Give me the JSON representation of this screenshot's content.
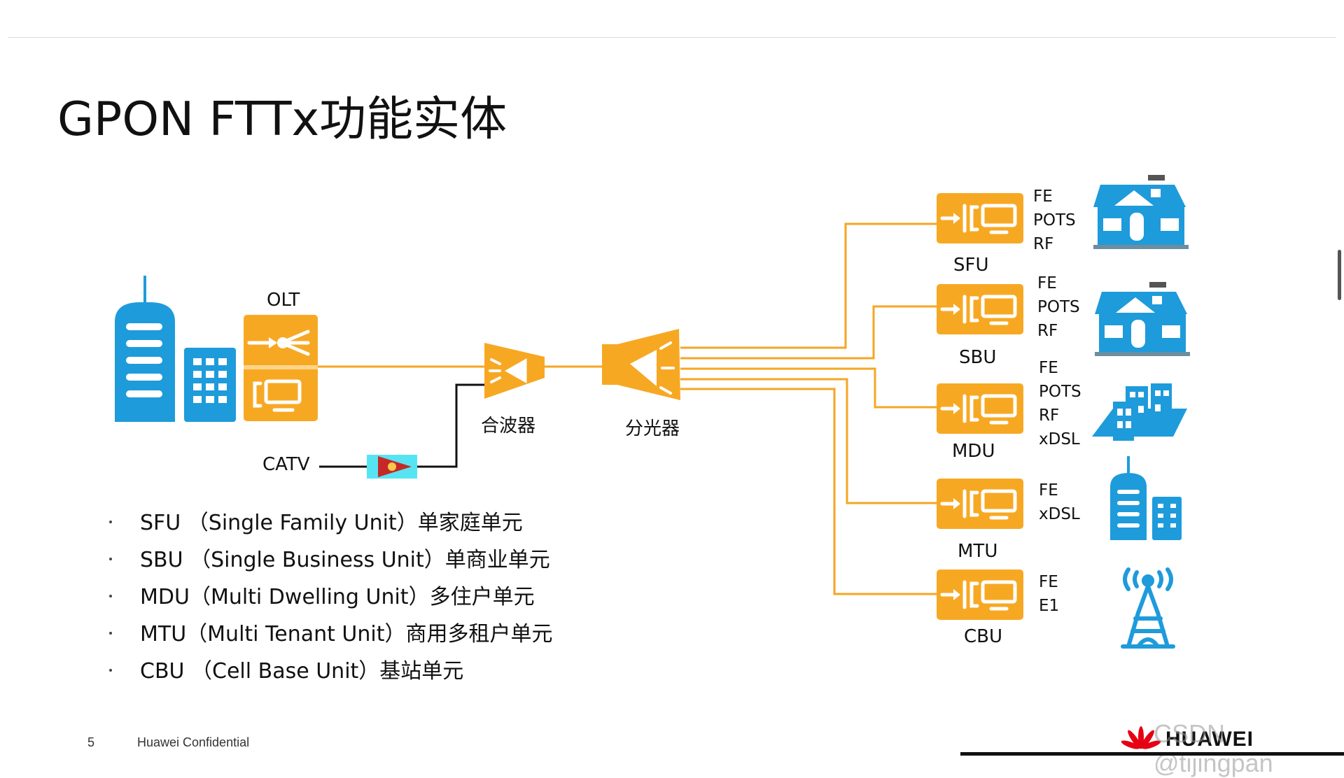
{
  "header": {
    "title": "GPON FTTx功能实体"
  },
  "diagram": {
    "olt_label": "OLT",
    "catv_label": "CATV",
    "combiner_label": "合波器",
    "splitter_label": "分光器",
    "onus": [
      {
        "name": "SFU",
        "ports": [
          "FE",
          "POTS",
          "RF"
        ],
        "icon": "house-icon"
      },
      {
        "name": "SBU",
        "ports": [
          "FE",
          "POTS",
          "RF"
        ],
        "icon": "house-icon"
      },
      {
        "name": "MDU",
        "ports": [
          "FE",
          "POTS",
          "RF",
          "xDSL"
        ],
        "icon": "apartment-block-icon"
      },
      {
        "name": "MTU",
        "ports": [
          "FE",
          "xDSL"
        ],
        "icon": "office-towers-icon"
      },
      {
        "name": "CBU",
        "ports": [
          "FE",
          "E1"
        ],
        "icon": "cell-tower-icon"
      }
    ]
  },
  "bullets": [
    "SFU （Single Family Unit）单家庭单元",
    "SBU （Single Business Unit）单商业单元",
    "MDU（Multi Dwelling Unit）多住户单元",
    "MTU（Multi Tenant Unit）商用多租户单元",
    "CBU （Cell Base Unit）基站单元"
  ],
  "footer": {
    "page_number": "5",
    "confidential": "Huawei Confidential",
    "brand": "HUAWEI"
  },
  "watermark": "CSDN @tijingpan",
  "colors": {
    "orange": "#F7A823",
    "line": "#F5A623",
    "blue": "#1E9BDB",
    "dark": "#111111"
  }
}
